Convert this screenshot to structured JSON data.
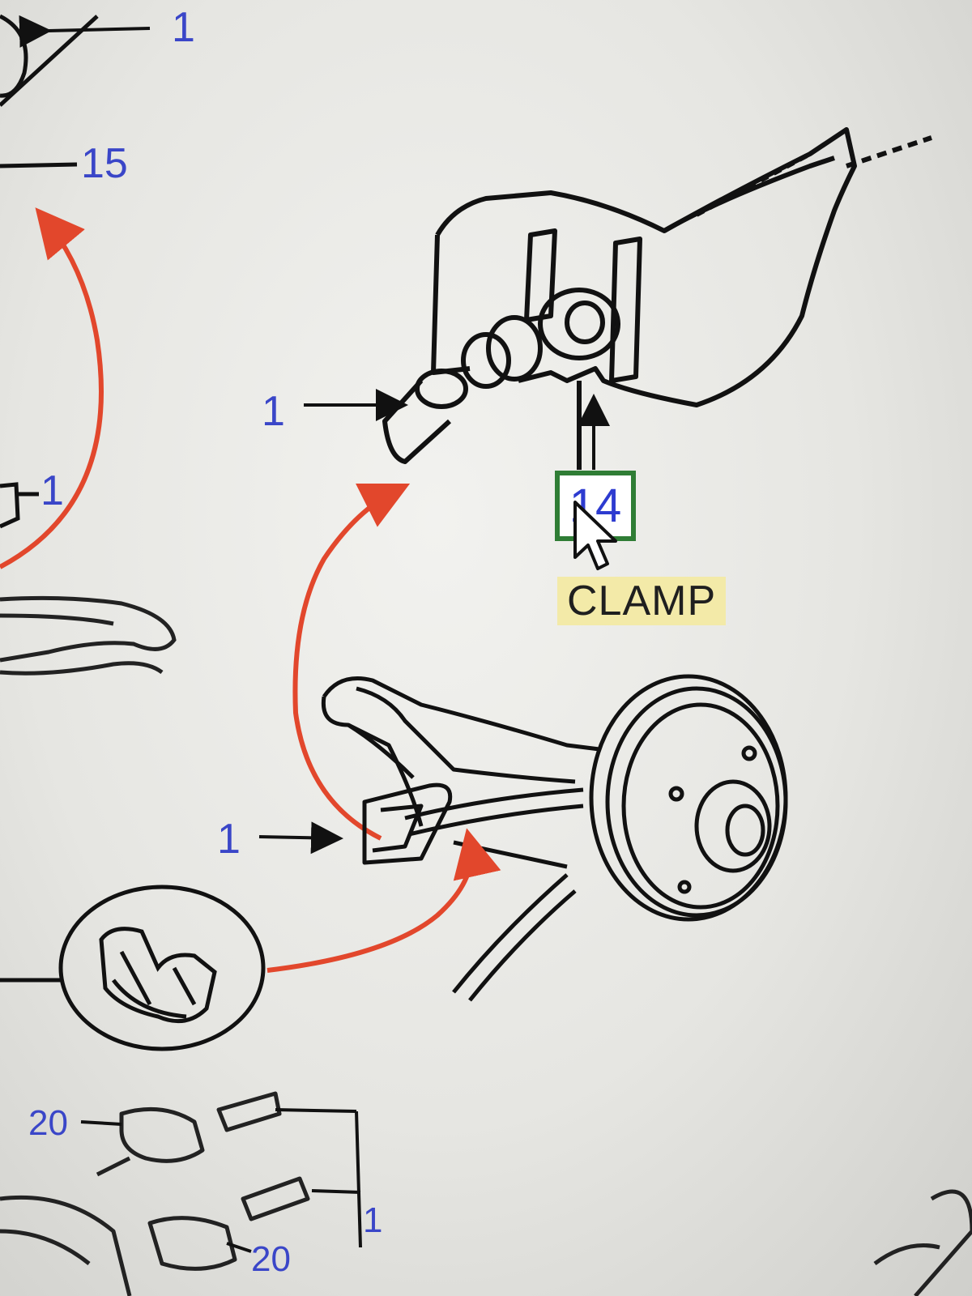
{
  "callouts": {
    "top_left_one": "1",
    "fifteen": "15",
    "upper_one": "1",
    "left_one": "1",
    "lower_one": "1",
    "twenty_a": "20",
    "twenty_b": "20",
    "bottom_one": "1"
  },
  "hotspot": {
    "number": "14"
  },
  "tooltip": {
    "text": "CLAMP"
  },
  "icons": [
    "mouse-cursor-icon"
  ],
  "colors": {
    "callout_text": "#3a46c8",
    "arrow_red": "#e2472c",
    "hotspot_border": "#2f7d35",
    "tooltip_bg": "#f3eaa8"
  }
}
